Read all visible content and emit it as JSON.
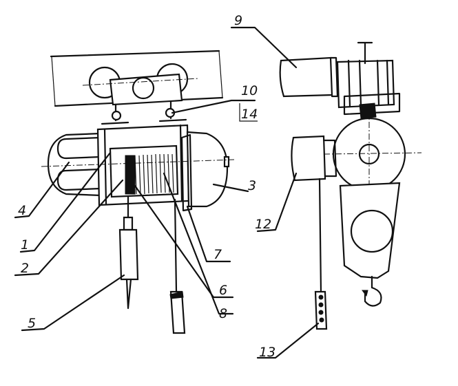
{
  "labels": {
    "l1": "1",
    "l2": "2",
    "l3": "3",
    "l4": "4",
    "l5": "5",
    "l6": "6",
    "l7": "7",
    "l8": "8",
    "l9": "9",
    "l10": "10",
    "l12": "12",
    "l13": "13",
    "l14": "14"
  }
}
